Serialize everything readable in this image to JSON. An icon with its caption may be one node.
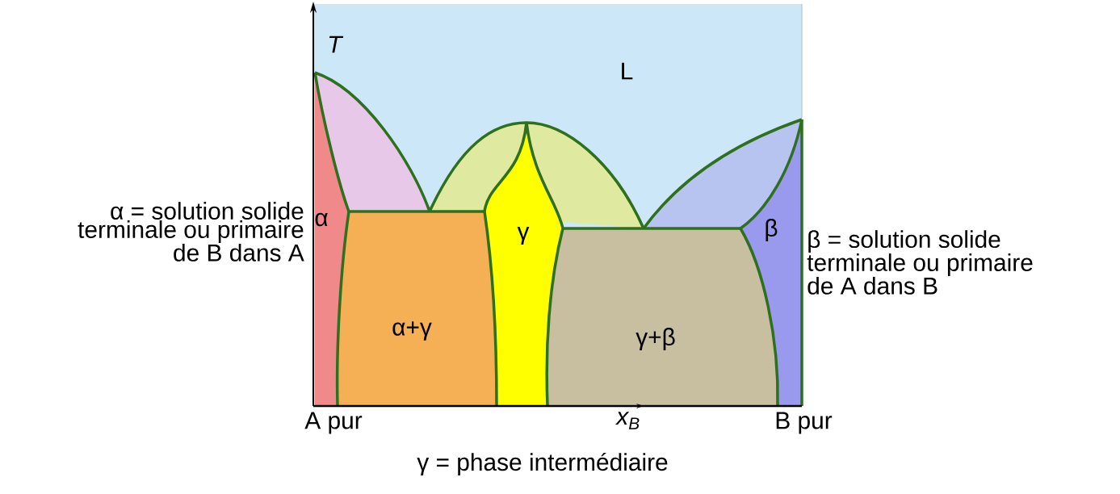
{
  "diagram": {
    "labels": [
      "T",
      "L",
      "α",
      "γ",
      "β",
      "α+γ",
      "γ+β",
      "α = solution solide terminale ou primaire de B dans A",
      "β = solution solide terminale ou primaire de A dans B",
      "A pur",
      "x$_{B}$",
      "B pur"
    ],
    "caption": "γ = phase intermédiaire"
  }
}
